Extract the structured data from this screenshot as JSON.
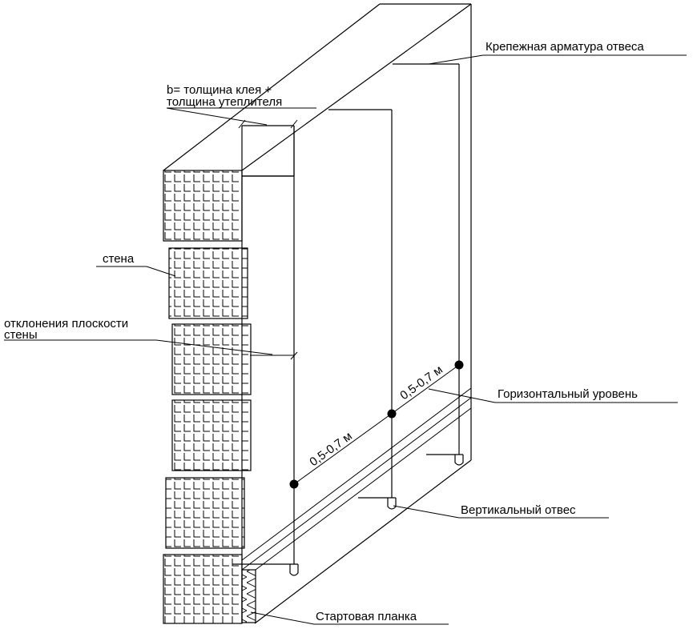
{
  "diagram": {
    "labels": {
      "anchor_rebar": "Крепежная арматура отвеса",
      "thickness_line1": "b= толщина клея +",
      "thickness_line2": "толщина утеплителя",
      "wall": "стена",
      "deviation_line1": "отклонения плоскости",
      "deviation_line2": "стены",
      "horizontal_level": "Горизонтальный уровень",
      "vertical_plumb": "Вертикальный отвес",
      "starter_strip": "Стартовая планка",
      "spacing_1": "0,5-0,7 м",
      "spacing_2": "0,5-0,7 м"
    },
    "colors": {
      "line": "#000000",
      "background": "#ffffff"
    }
  }
}
